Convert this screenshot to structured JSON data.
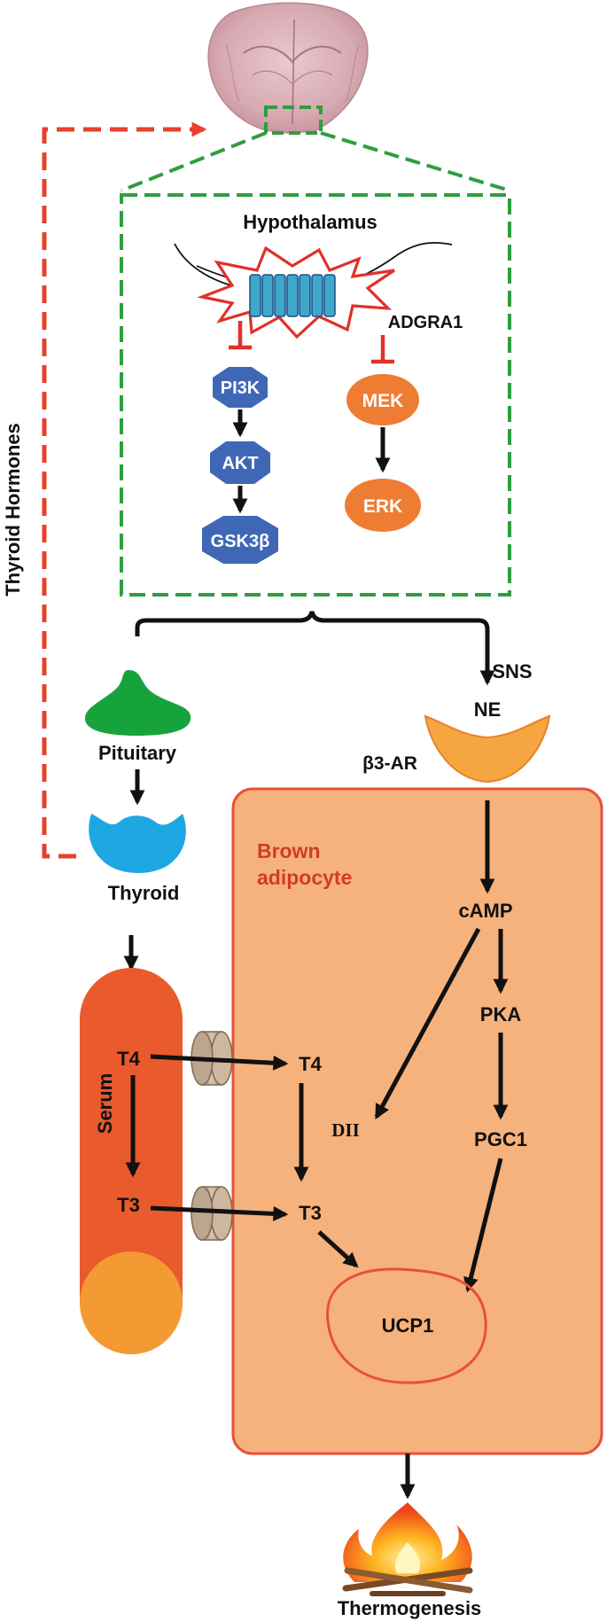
{
  "labels": {
    "thyroid_hormones": "Thyroid Hormones",
    "hypothalamus": "Hypothalamus",
    "receptor": "ADGRA1",
    "pi3k": "PI3K",
    "akt": "AKT",
    "gsk3b": "GSK3β",
    "mek": "MEK",
    "erk": "ERK",
    "sns": "SNS",
    "ne": "NE",
    "b3ar": "β3-AR",
    "pituitary": "Pituitary",
    "thyroid": "Thyroid",
    "cell_line1": "Brown",
    "cell_line2": "adipocyte",
    "camp": "cAMP",
    "pka": "PKA",
    "pgc1": "PGC1",
    "serum": "Serum",
    "t4_serum": "T4",
    "t3_serum": "T3",
    "t4_cell": "T4",
    "t3_cell": "T3",
    "dii": "DII",
    "ucp1": "UCP1",
    "thermogenesis": "Thermogenesis"
  },
  "colors": {
    "hypothalamus_box": "#2e9e3f",
    "feedback_arrow": "#e8402c",
    "pi3k_pathway": "#3f67b5",
    "mek_pathway": "#ee7d33",
    "inhibition": "#e0312a",
    "pituitary": "#17a33c",
    "thyroid": "#1fa7e2",
    "cell_fill": "#f6b27d",
    "cell_border": "#e8503a",
    "cell_title": "#d13c2a",
    "serum": "#e95a2c",
    "serum_end": "#f49a32",
    "ne_receptor": "#f5a640",
    "transporter": "#c9b49a"
  }
}
